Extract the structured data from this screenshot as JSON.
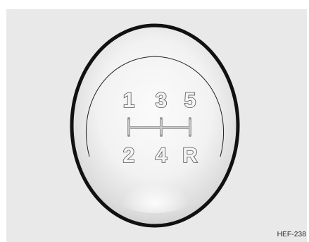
{
  "figure": {
    "reference_code": "HEF-238"
  },
  "shift_pattern": {
    "top_row": [
      "1",
      "3",
      "5"
    ],
    "bottom_row": [
      "2",
      "4",
      "R"
    ]
  },
  "colors": {
    "panel_background": "#e9e9e9",
    "knob_outline": "#111111",
    "knob_fill_light": "#fbfbfb",
    "knob_fill_dark": "#cfcfcf",
    "digit_fill": "#f4f4f4",
    "digit_outline": "#555555",
    "shift_gate": "#9a9a9a"
  }
}
